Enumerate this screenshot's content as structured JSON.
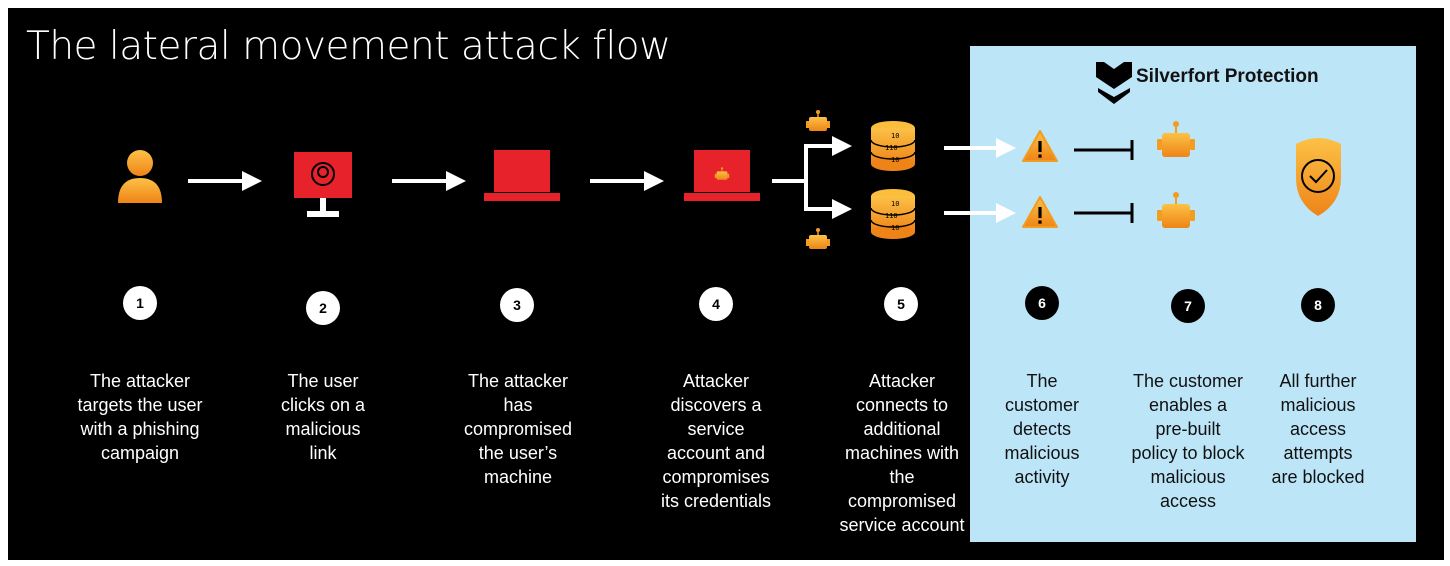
{
  "title": "The lateral movement attack flow",
  "protection": {
    "title": "Silverfort Protection"
  },
  "colors": {
    "background": "#000000",
    "panel": "#bde5f8",
    "orange": "#f6a623",
    "orange_dark": "#e97d14",
    "red": "#e8222a",
    "white": "#ffffff"
  },
  "steps": [
    {
      "number": "1",
      "text": "The attacker\ntargets the user\nwith a phishing\ncampaign",
      "icon": "user-icon"
    },
    {
      "number": "2",
      "text": "The user\nclicks on a\nmalicious\nlink",
      "icon": "monitor-phishing-icon"
    },
    {
      "number": "3",
      "text": "The attacker\nhas\ncompromised\nthe user’s\nmachine",
      "icon": "laptop-icon"
    },
    {
      "number": "4",
      "text": "Attacker\ndiscovers a\nservice\naccount and\ncompromises\nits credentials",
      "icon": "laptop-robot-icon"
    },
    {
      "number": "5",
      "text": "Attacker\nconnects to\nadditional\nmachines with\nthe\ncompromised\nservice account",
      "icon": "database-icon"
    },
    {
      "number": "6",
      "text": "The\ncustomer\ndetects\nmalicious\nactivity",
      "icon": "warning-icon"
    },
    {
      "number": "7",
      "text": "The customer\nenables a\npre-built\npolicy to block\nmalicious\naccess",
      "icon": "robot-icon"
    },
    {
      "number": "8",
      "text": "All further\nmalicious\naccess\nattempts\nare blocked",
      "icon": "shield-check-icon"
    }
  ]
}
